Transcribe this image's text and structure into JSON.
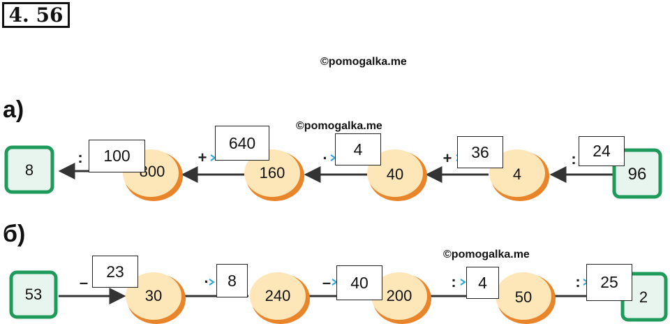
{
  "title": "4. 56",
  "watermarks": [
    "©pomogalka.me",
    "©pomogalka.me",
    "©pomogalka.me"
  ],
  "sections": {
    "a": {
      "label": "а)",
      "start": "96",
      "nodes": [
        "4",
        "40",
        "160",
        "800"
      ],
      "end": "8",
      "ops": [
        ":",
        "+",
        "·",
        "+",
        ":"
      ],
      "answers": [
        "24",
        "36",
        "4",
        "640",
        "100"
      ]
    },
    "b": {
      "label": "б)",
      "start": "53",
      "nodes": [
        "30",
        "240",
        "200",
        "50"
      ],
      "end": "2",
      "ops": [
        "–",
        "·",
        "–",
        ":",
        ":"
      ],
      "answers": [
        "23",
        "8",
        "40",
        "4",
        "25"
      ]
    }
  },
  "colors": {
    "square_fill": "#e8f5ef",
    "square_border": "#1e9a5a",
    "oval_fill": "#fde7b8",
    "oval_shadow": "#e8842a",
    "arrow": "#333333",
    "op_marker": "#2aa6dd"
  }
}
